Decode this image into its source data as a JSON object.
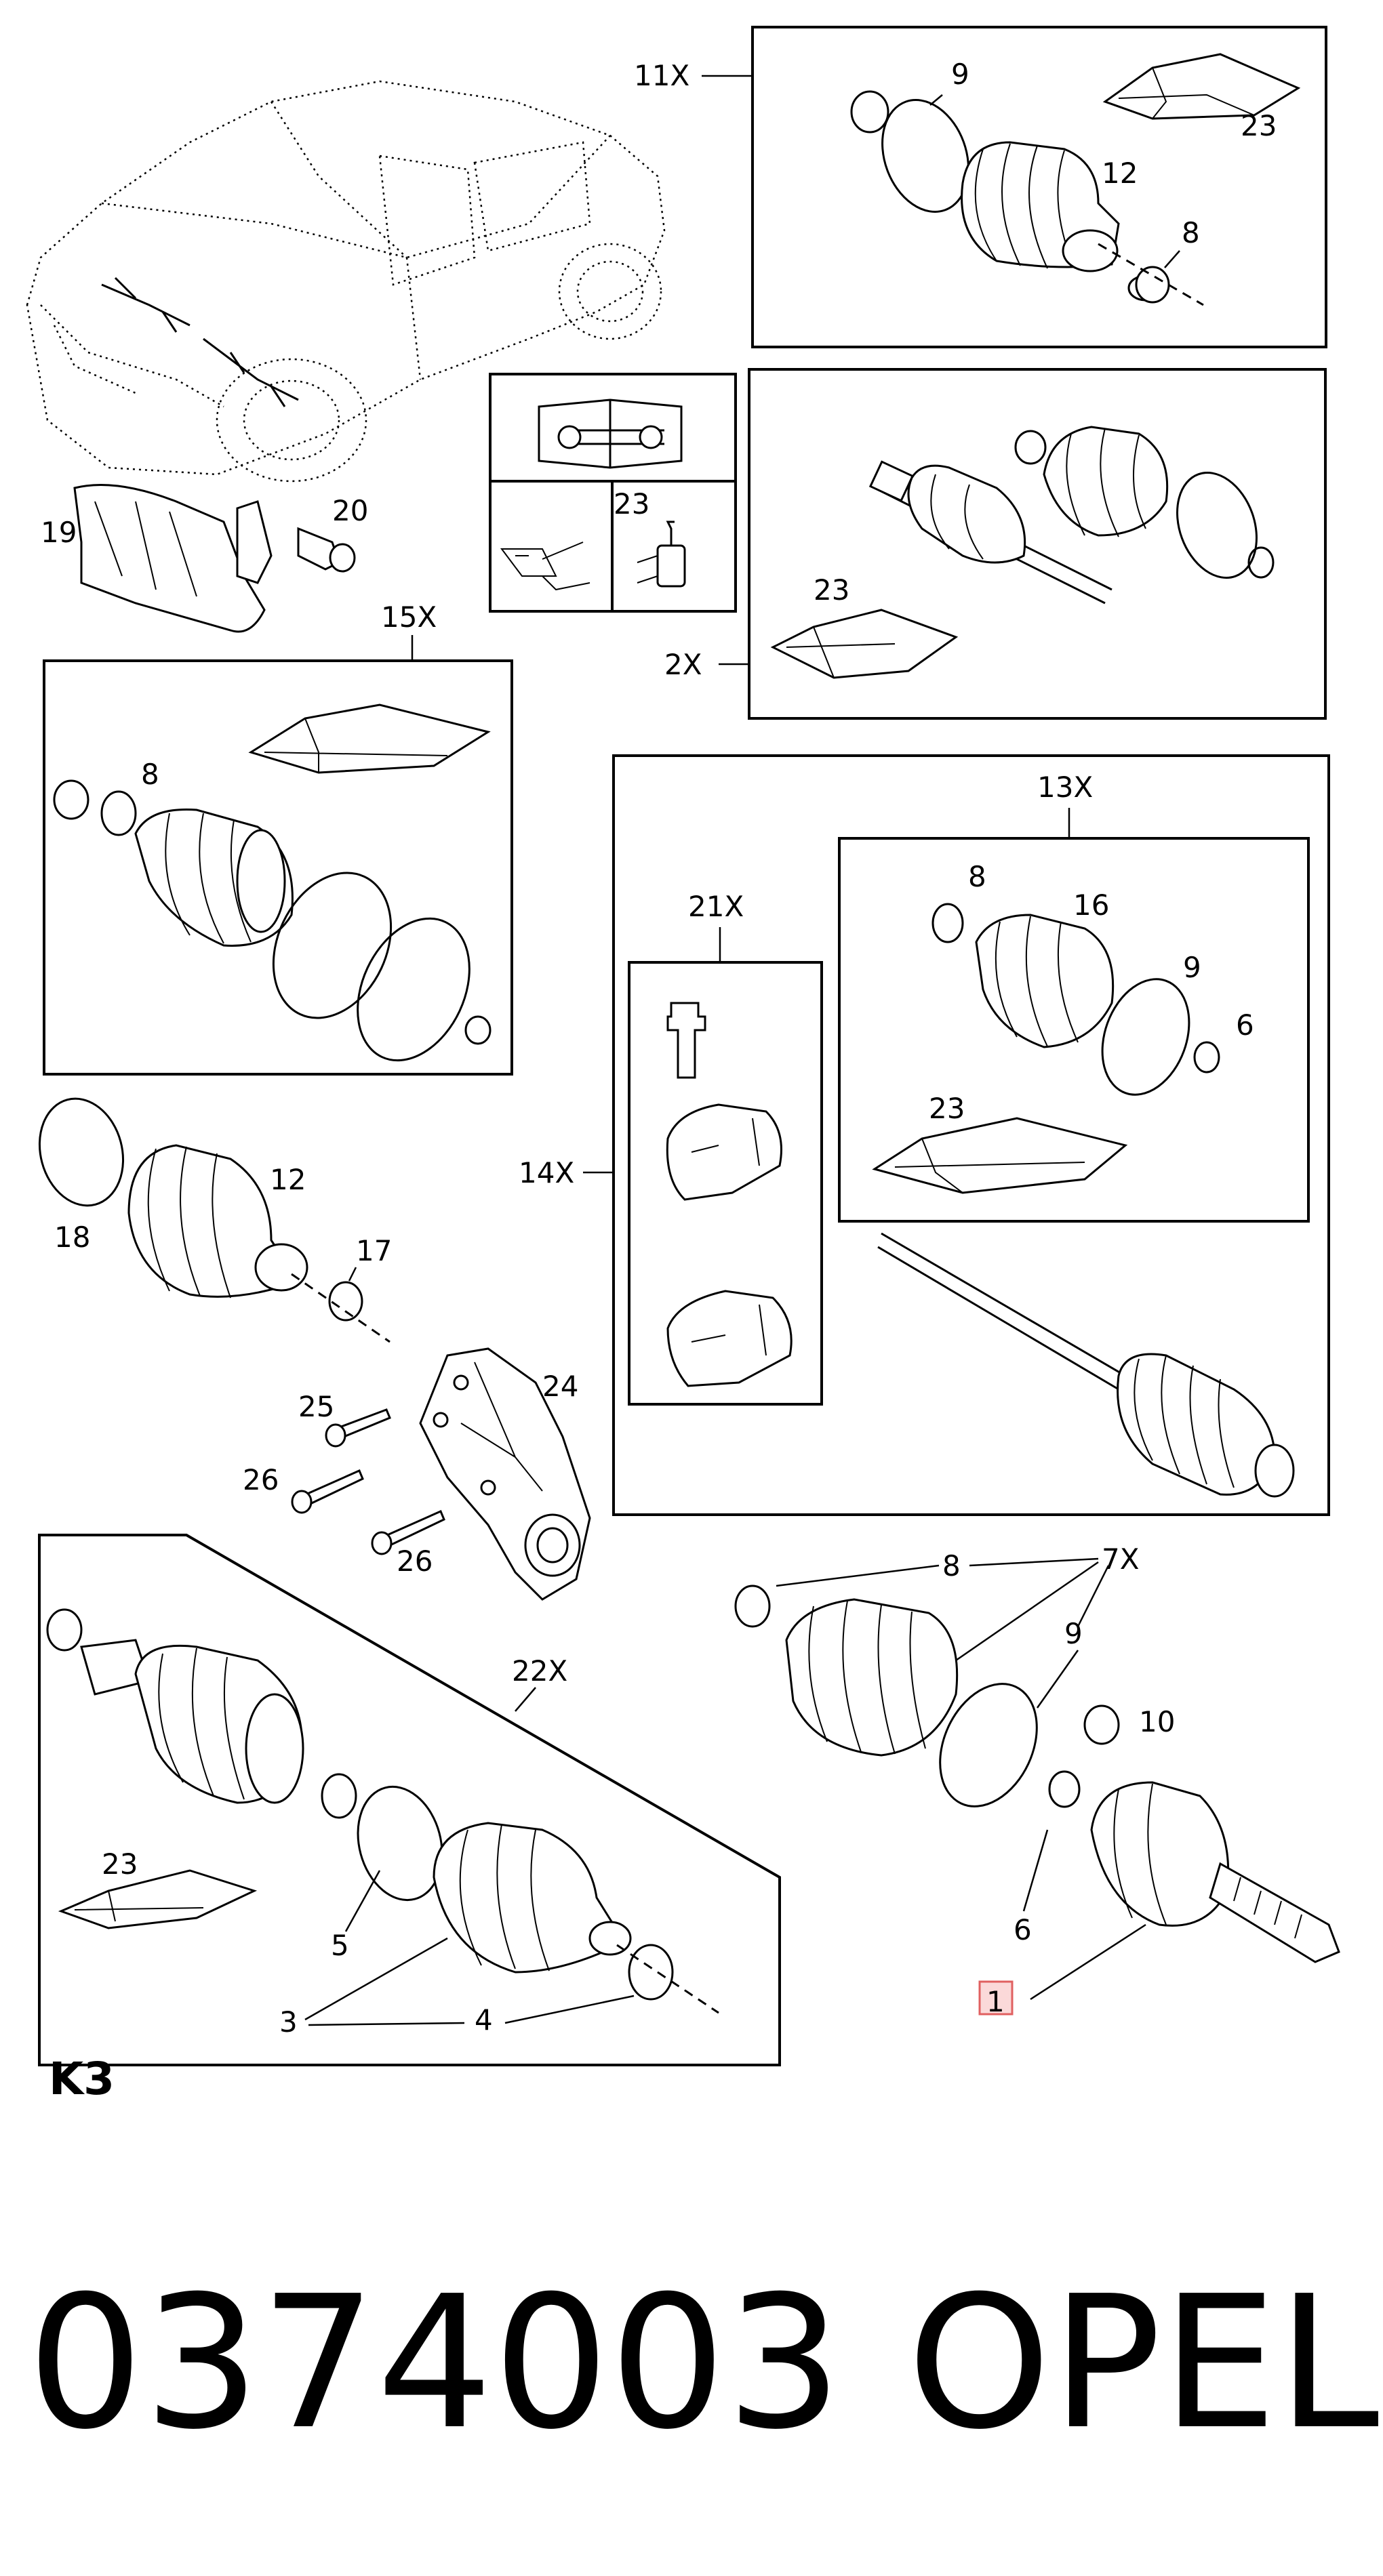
{
  "figure_code": "K3",
  "part_number": "0374003",
  "brand": "OPEL",
  "callouts": {
    "c11x": "11X",
    "c9a": "9",
    "c23a": "23",
    "c12a": "12",
    "c8a": "8",
    "c23manual": "23",
    "c19": "19",
    "c20": "20",
    "c2x": "2X",
    "c23b": "23",
    "c15x": "15X",
    "c8b": "8",
    "c13x": "13X",
    "c8c": "8",
    "c16": "16",
    "c9b": "9",
    "c6a": "6",
    "c23c": "23",
    "c21x": "21X",
    "c14x": "14X",
    "c12b": "12",
    "c18": "18",
    "c17": "17",
    "c25": "25",
    "c24": "24",
    "c26a": "26",
    "c26b": "26",
    "c22x": "22X",
    "c23d": "23",
    "c5": "5",
    "c3": "3",
    "c4": "4",
    "c8d": "8",
    "c7x": "7X",
    "c9c": "9",
    "c10": "10",
    "c6b": "6",
    "c1": "1"
  },
  "icons": {
    "manual": "repair-manual-icon",
    "lubricant": "oil-can-icon",
    "grease": "grease-tube-icon"
  },
  "colors": {
    "ink": "#000000",
    "highlight": "#e06060",
    "highlight_fill": "#fbd9d9"
  }
}
